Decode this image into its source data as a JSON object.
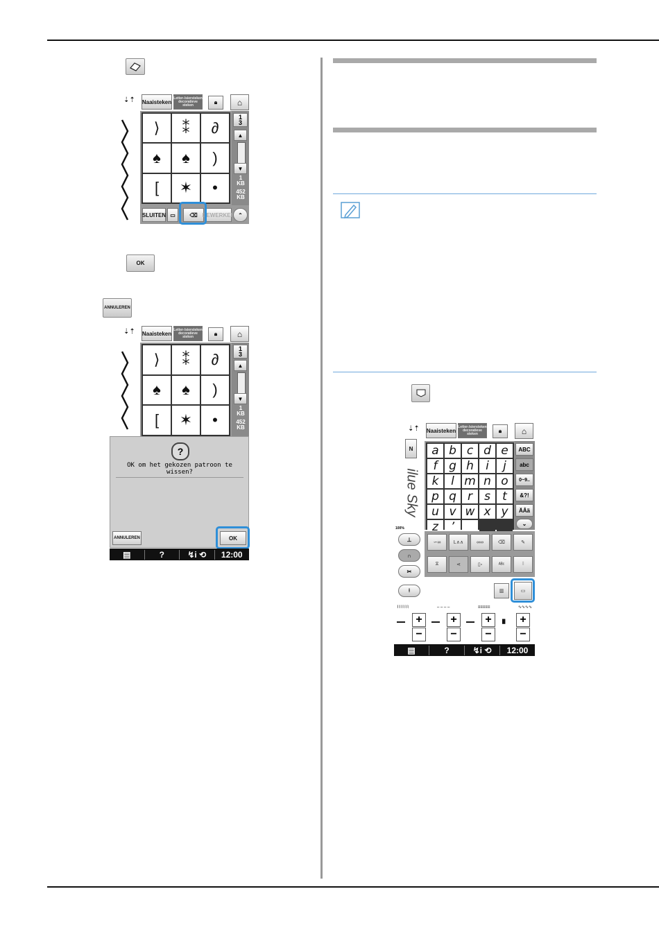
{
  "colors": {
    "highlight": "#2f8fd8",
    "screen_bg": "#cfcfcf",
    "status_bar": "#111111",
    "rule": "#111111",
    "divider": "#999999",
    "blue_line": "#6fa8dc"
  },
  "icons": {
    "eraser": "eraser-icon",
    "ok": "OK",
    "cancel": "ANNULEREN",
    "pocket": "pocket-icon",
    "memo": "memo-pencil-icon"
  },
  "screen1": {
    "tab_naaisteken": "Naaisteken",
    "tab_dark": "Letter-/siersteken decoratieve steken",
    "page_num": "1",
    "page_den": "3",
    "mem_top": "1",
    "mem_top_unit": "KB",
    "mem_bottom": "452",
    "mem_bottom_unit": "KB",
    "glyphs": [
      "⟩",
      "⁑",
      "∂",
      "♠",
      "♠",
      ")",
      "[",
      "✶",
      "•"
    ],
    "btn_sluiten": "SLUITEN",
    "btn_bewerken": "BEWERKEN"
  },
  "ok_button": "OK",
  "cancel_button": "ANNULEREN",
  "screen2": {
    "tab_naaisteken": "Naaisteken",
    "tab_dark": "Letter-/siersteken decoratieve steken",
    "page_num": "1",
    "page_den": "3",
    "mem_top": "1",
    "mem_top_unit": "KB",
    "mem_bottom": "452",
    "mem_bottom_unit": "KB",
    "glyphs": [
      "⟩",
      "⁑",
      "∂",
      "♠",
      "♠",
      ")",
      "[",
      "✶",
      "•"
    ],
    "question": "?",
    "dialog_text": "OK om het gekozen patroon te wissen?",
    "btn_cancel": "ANNULEREN",
    "btn_ok": "OK",
    "status": [
      "▤",
      "?",
      "↯i ⟲",
      "12:00"
    ]
  },
  "screen3": {
    "tab_naaisteken": "Naaisteken",
    "tab_dark": "Letter-/siersteken decoratieve steken",
    "preview_text": "ilue Sky",
    "zoom": "100%",
    "keys": [
      "a",
      "b",
      "c",
      "d",
      "e",
      "f",
      "g",
      "h",
      "i",
      "j",
      "k",
      "l",
      "m",
      "n",
      "o",
      "p",
      "q",
      "r",
      "s",
      "t",
      "u",
      "v",
      "w",
      "x",
      "y",
      "z",
      "’",
      "_",
      "",
      ""
    ],
    "side_keys": [
      "ABC",
      "abc",
      "0~9..",
      "&?!",
      "ÄÅä"
    ],
    "status": [
      "▤",
      "?",
      "↯i ⟲",
      "12:00"
    ]
  }
}
